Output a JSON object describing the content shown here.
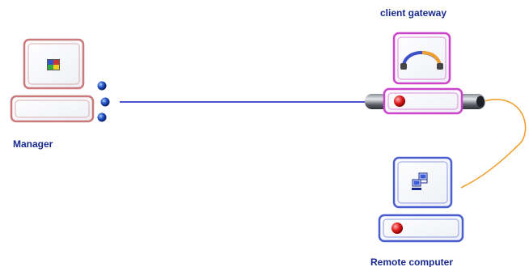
{
  "labels": {
    "manager": "Manager",
    "gateway": "client gateway",
    "remote": "Remote computer"
  },
  "colors": {
    "label_text": "#1a2a8c",
    "manager_frame": "#c97a7a",
    "gateway_frame": "#cc44cc",
    "remote_frame": "#4a5ed0",
    "lan_link": "#4d55cc",
    "wan_link": "#f0a030",
    "led": "#dd1111"
  },
  "icons": {
    "manager_screen": "network-settings-icon",
    "gateway_screen": "cable-bridge-icon",
    "remote_screen": "networked-computers-icon"
  }
}
